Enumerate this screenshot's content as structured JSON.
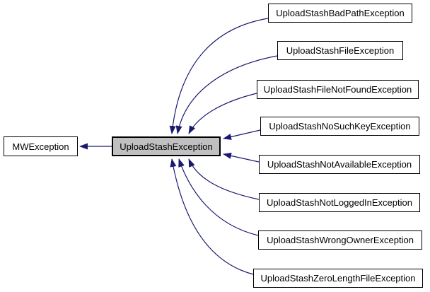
{
  "diagram": {
    "type": "class-inheritance-graph",
    "edge_color": "#191970",
    "node_border_color": "#000000",
    "node_fill": "#ffffff",
    "current_node_fill": "#c0c0c0",
    "text_color": "#000000"
  },
  "nodes": {
    "base": {
      "label": "MWException"
    },
    "current": {
      "label": "UploadStashException"
    },
    "derived": [
      {
        "label": "UploadStashBadPathException"
      },
      {
        "label": "UploadStashFileException"
      },
      {
        "label": "UploadStashFileNotFoundException"
      },
      {
        "label": "UploadStashNoSuchKeyException"
      },
      {
        "label": "UploadStashNotAvailableException"
      },
      {
        "label": "UploadStashNotLoggedInException"
      },
      {
        "label": "UploadStashWrongOwnerException"
      },
      {
        "label": "UploadStashZeroLengthFileException"
      }
    ]
  }
}
